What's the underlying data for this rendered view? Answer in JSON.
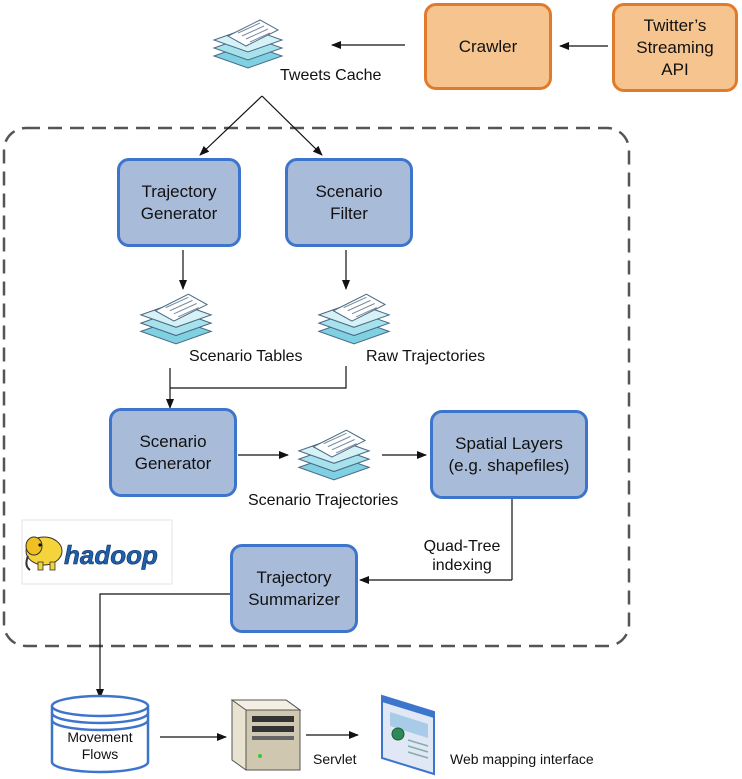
{
  "colors": {
    "blue_fill": "#a8bcd9",
    "blue_border": "#3d75cc",
    "orange_fill": "#f6c48e",
    "orange_border": "#e07b2c",
    "hadoop_yellow": "#f5d33a",
    "hadoop_text": "#1f5fa8"
  },
  "external": {
    "twitter_api": {
      "line1": "Twitter’s",
      "line2": "Streaming",
      "line3": "API"
    },
    "crawler": "Crawler",
    "tweets_cache": "Tweets Cache"
  },
  "hadoop_cluster": {
    "logo_text": "hadoop",
    "trajectory_generator": {
      "line1": "Trajectory",
      "line2": "Generator"
    },
    "scenario_filter": {
      "line1": "Scenario",
      "line2": "Filter"
    },
    "scenario_tables": "Scenario Tables",
    "raw_trajectories": "Raw Trajectories",
    "scenario_generator": {
      "line1": "Scenario",
      "line2": "Generator"
    },
    "scenario_trajectories": "Scenario Trajectories",
    "spatial_layers": {
      "line1": "Spatial Layers",
      "line2": "(e.g. shapefiles)"
    },
    "quadtree": {
      "line1": "Quad-Tree",
      "line2": "indexing"
    },
    "trajectory_summarizer": {
      "line1": "Trajectory",
      "line2": "Summarizer"
    }
  },
  "output": {
    "movement_flows": {
      "line1": "Movement",
      "line2": "Flows"
    },
    "servlet": "Servlet",
    "web_mapping": "Web mapping interface"
  },
  "icons": {
    "document_stack": "document-stack-icon",
    "database": "database-icon",
    "server": "server-icon",
    "browser": "browser-window-icon",
    "hadoop": "hadoop-elephant-icon"
  }
}
